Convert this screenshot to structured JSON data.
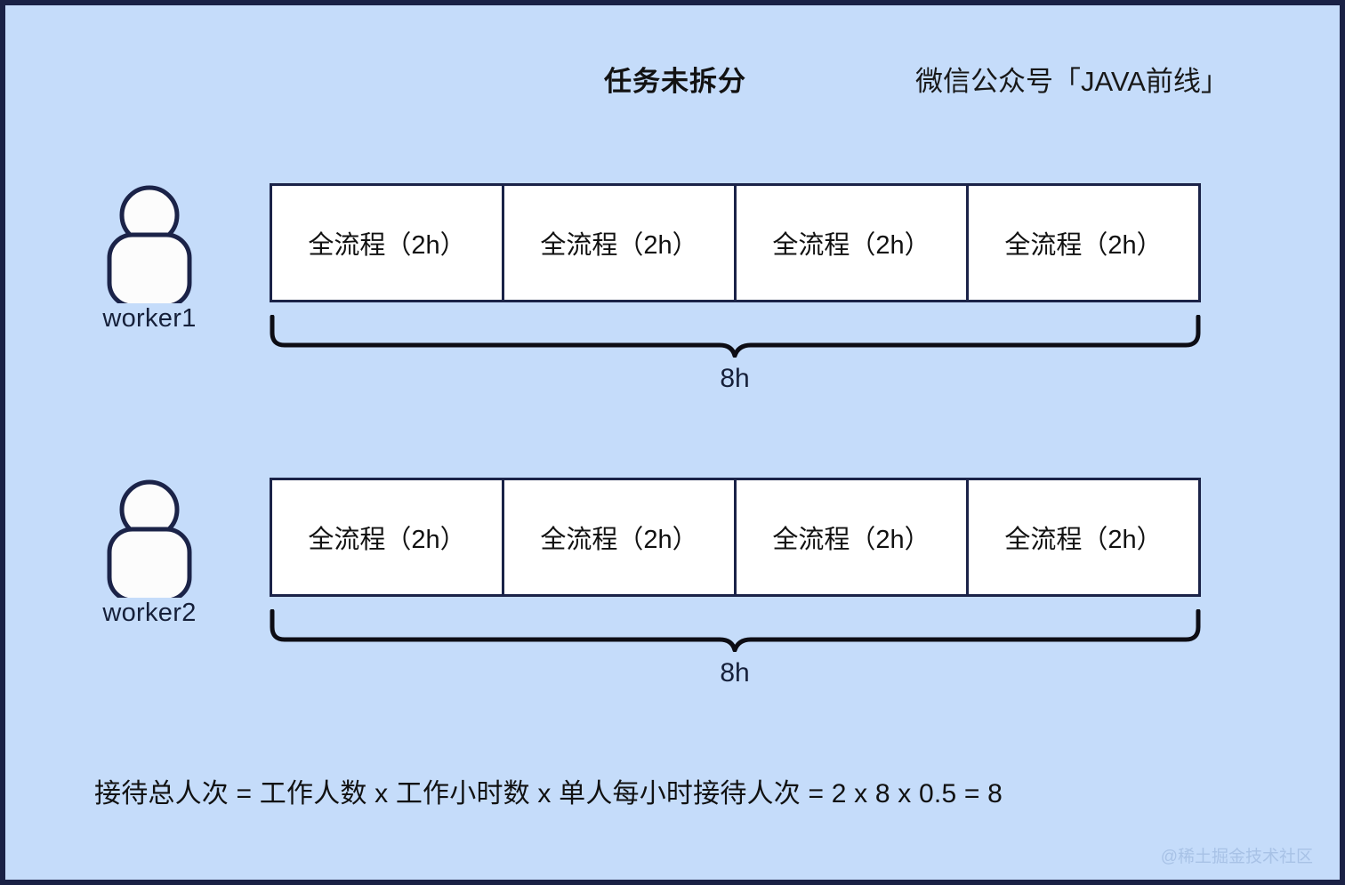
{
  "header": {
    "title": "任务未拆分",
    "brand": "微信公众号「JAVA前线」"
  },
  "rows": [
    {
      "worker_label": "worker1",
      "worker_icon": "person-icon",
      "cells": [
        {
          "label": "全流程（2h）"
        },
        {
          "label": "全流程（2h）"
        },
        {
          "label": "全流程（2h）"
        },
        {
          "label": "全流程（2h）"
        }
      ],
      "brace_label": "8h"
    },
    {
      "worker_label": "worker2",
      "worker_icon": "person-icon",
      "cells": [
        {
          "label": "全流程（2h）"
        },
        {
          "label": "全流程（2h）"
        },
        {
          "label": "全流程（2h）"
        },
        {
          "label": "全流程（2h）"
        }
      ],
      "brace_label": "8h"
    }
  ],
  "formula": "接待总人次 = 工作人数 x 工作小时数 x 单人每小时接待人次 = 2 x 8 x 0.5 = 8",
  "watermark": "@稀土掘金技术社区",
  "colors": {
    "background": "#c5dcfa",
    "border": "#1a2145",
    "stroke": "#1b2348",
    "cell_fill": "#ffffff",
    "text": "#111111",
    "watermark": "#a8c2e6"
  }
}
